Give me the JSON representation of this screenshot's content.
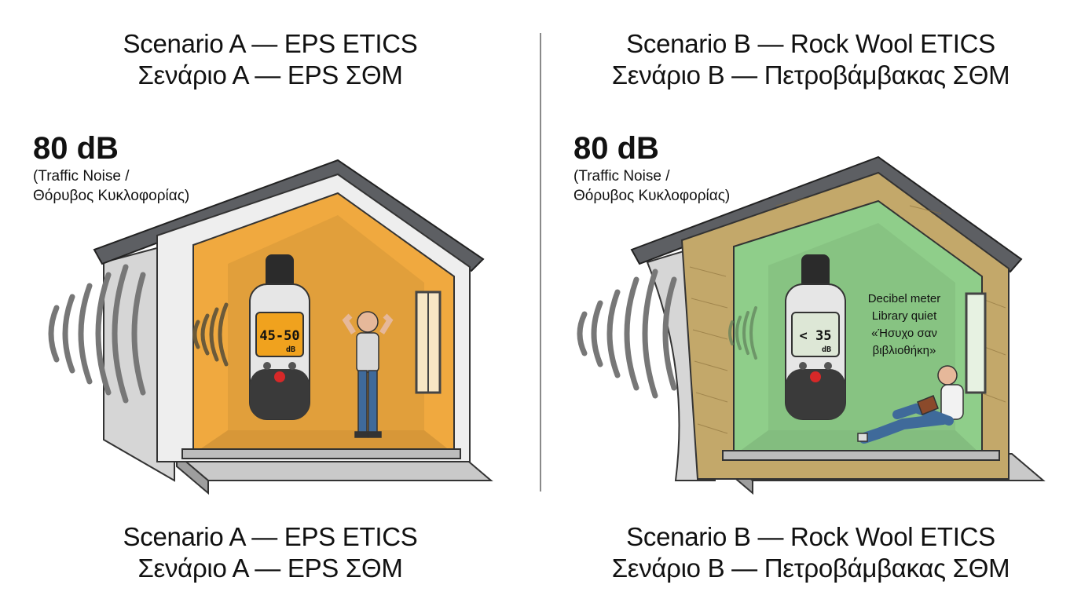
{
  "scenario_a": {
    "title_en": "Scenario A — EPS ETICS",
    "title_el": "Σενάριο Α — EPS ΣΘΜ",
    "noise_level": "80 dB",
    "noise_label_en": "(Traffic Noise /",
    "noise_label_el": "Θόρυβος Κυκλοφορίας)",
    "meter_value": "45-50",
    "meter_unit": "dB",
    "interior_color": "#f0a93f",
    "insulation_color": "#eeeeee",
    "bottom_title_en": "Scenario A — EPS ETICS",
    "bottom_title_el": "Σενάριο Α — EPS ΣΘΜ"
  },
  "scenario_b": {
    "title_en": "Scenario B — Rock Wool ETICS",
    "title_el": "Σενάριο Β — Πετροβάμβακας ΣΘΜ",
    "noise_level": "80 dB",
    "noise_label_en": "(Traffic Noise /",
    "noise_label_el": "Θόρυβος Κυκλοφορίας)",
    "meter_value": "< 35",
    "meter_unit": "dB",
    "note_line1": "Decibel meter",
    "note_line2": "Library quiet",
    "note_line3": "«Ήσυχο σαν",
    "note_line4": "βιβλιοθήκη»",
    "interior_color": "#8fce8a",
    "insulation_color": "#c3a86a",
    "bottom_title_en": "Scenario B — Rock Wool ETICS",
    "bottom_title_el": "Σενάριο Β — Πετροβάμβακας ΣΘΜ"
  }
}
